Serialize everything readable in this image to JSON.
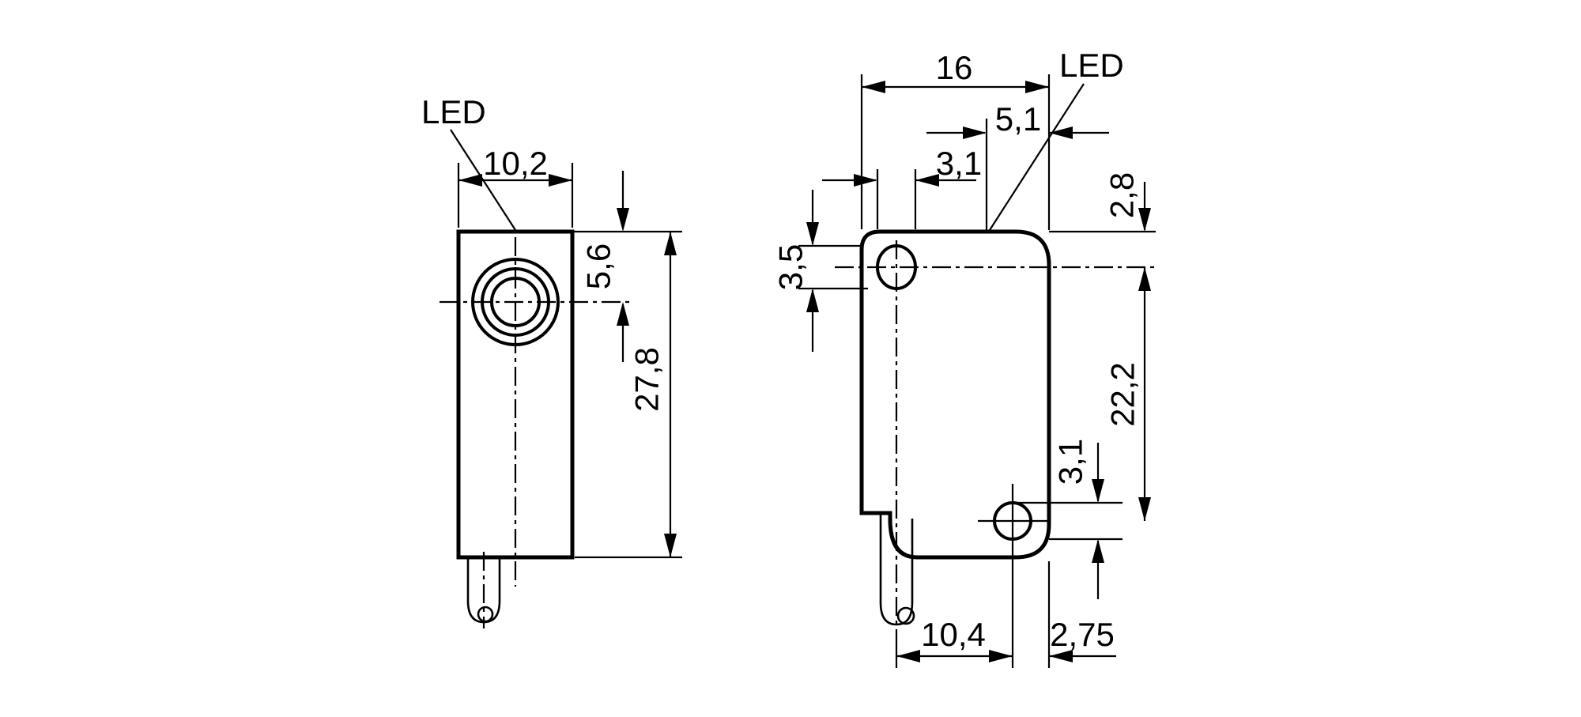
{
  "front_view": {
    "led_label": "LED",
    "dims": {
      "width": "10,2",
      "face_center_from_top": "5,6",
      "height": "27,8"
    }
  },
  "side_view": {
    "led_label": "LED",
    "dims": {
      "depth": "16",
      "led_from_right_edge": "5,1",
      "slot_width": "3,1",
      "slot_center_from_top": "2,8",
      "slot_height": "3,5",
      "hole_center_spacing": "22,2",
      "hole_diameter": "3,1",
      "cable_axis_to_hole": "10,4",
      "hole_to_right_edge": "2,75"
    }
  },
  "colors": {
    "line": "#000000",
    "background": "#ffffff"
  }
}
